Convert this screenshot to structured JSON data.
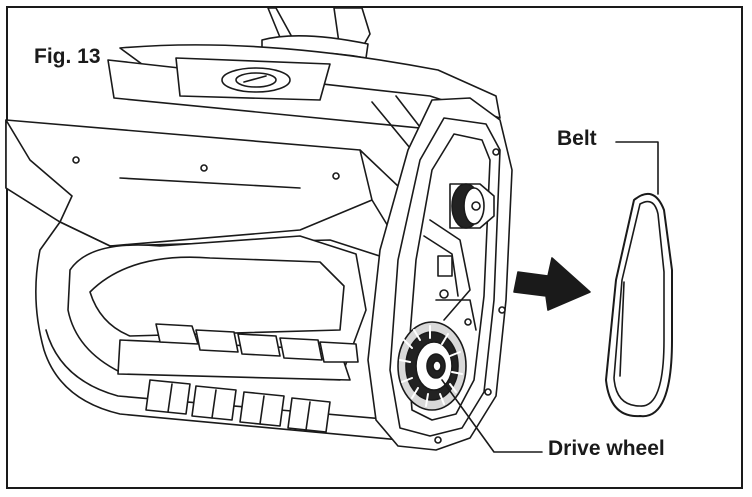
{
  "figure": {
    "label": "Fig. 13"
  },
  "callouts": {
    "belt": "Belt",
    "drive_wheel": "Drive wheel"
  },
  "colors": {
    "line": "#1a1a1a",
    "fill": "#ffffff",
    "shade": "#d9d9d9",
    "dark": "#222222"
  }
}
